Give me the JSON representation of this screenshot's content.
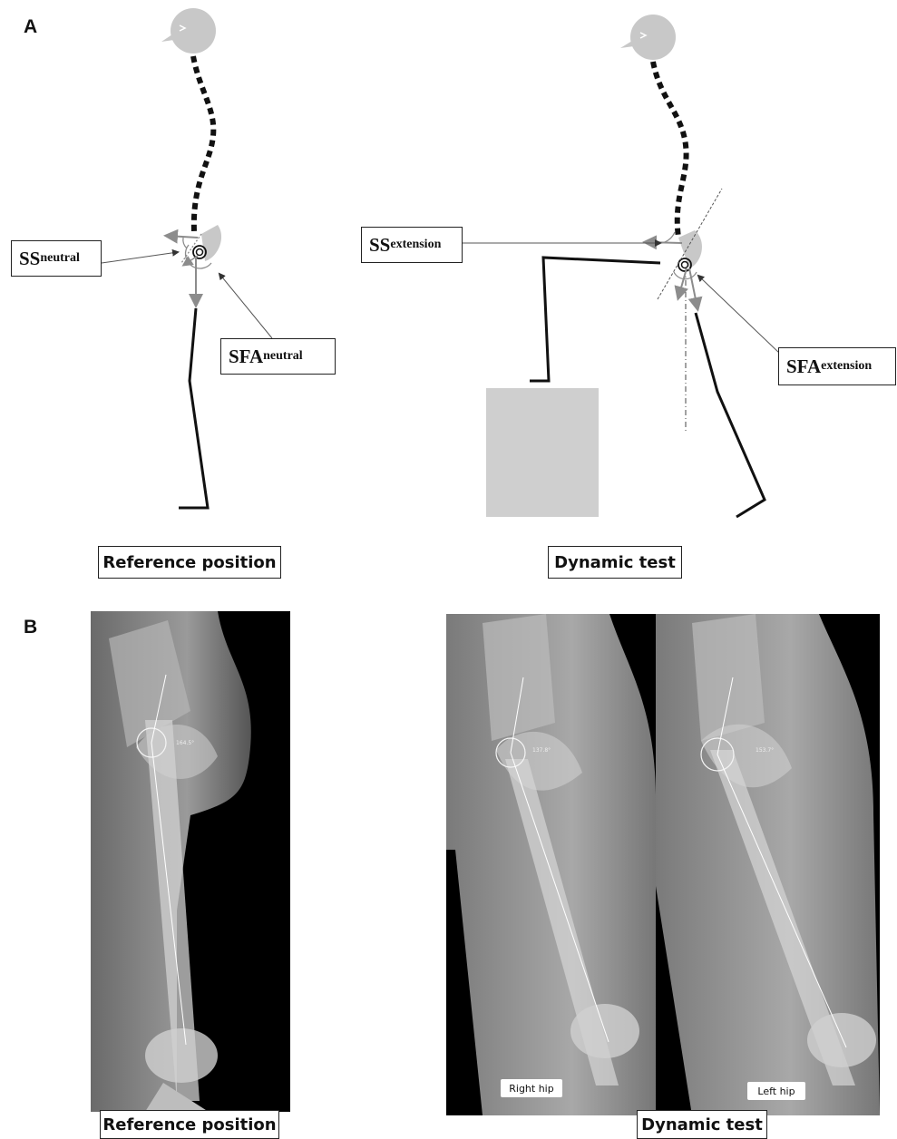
{
  "panel_a": {
    "letter": "A",
    "ss_neutral": {
      "main": "SS",
      "sub": "neutral"
    },
    "sfa_neutral": {
      "main": "SFA",
      "sub": "neutral"
    },
    "ss_extension": {
      "main": "SS",
      "sub": "extension"
    },
    "sfa_extension": {
      "main": "SFA",
      "sub": "extension"
    },
    "caption_left": "Reference position",
    "caption_right": "Dynamic test"
  },
  "panel_b": {
    "letter": "B",
    "angle_reference": "164.5°",
    "angle_right": "137.8°",
    "angle_left": "153.7°",
    "tag_right": "Right hip",
    "tag_left": "Left hip",
    "caption_left": "Reference position",
    "caption_right": "Dynamic test"
  },
  "colors": {
    "figure_grey": "#c8c8c8",
    "arrow_grey": "#8c8c8c",
    "line_black": "#111111"
  }
}
